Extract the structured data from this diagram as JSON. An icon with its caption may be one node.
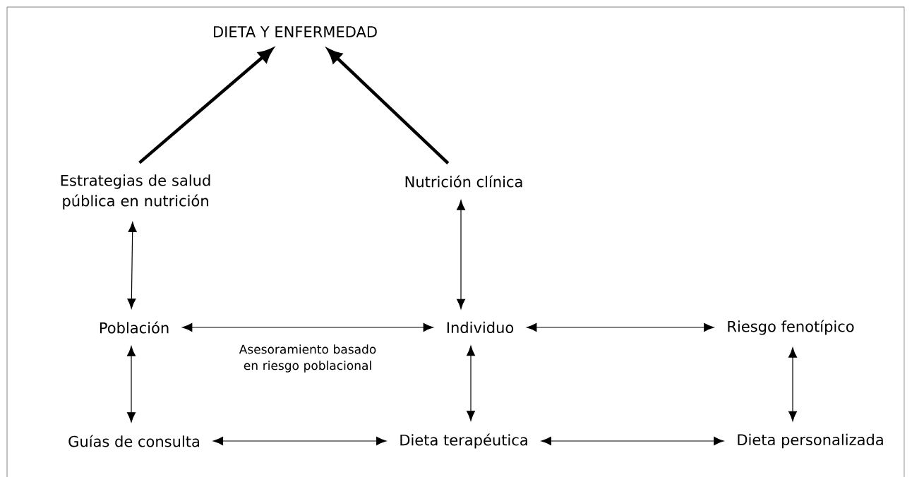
{
  "diagram": {
    "nodes": [
      {
        "text": [
          "DIETA Y ENFERMEDAD"
        ]
      },
      {
        "text": [
          "Estrategias de salud pública en nutrición"
        ]
      },
      {
        "text": [
          "Nutrición clínica"
        ]
      },
      {
        "text": [
          "Población"
        ]
      },
      {
        "text": [
          "Individuo"
        ]
      },
      {
        "text": [
          "Riesgo fenotípico"
        ]
      },
      {
        "text": [
          "Guías de consulta"
        ]
      },
      {
        "text": [
          "Dieta terapéutica"
        ]
      },
      {
        "text": [
          "Dieta personalizada"
        ]
      }
    ],
    "edges": [
      {
        "from": 1,
        "to": 0,
        "arrow": "to",
        "style": "thick"
      },
      {
        "from": 2,
        "to": 0,
        "arrow": "to",
        "style": "thick"
      },
      {
        "from": 1,
        "to": 3,
        "arrow": "both"
      },
      {
        "from": 2,
        "to": 4,
        "arrow": "both"
      },
      {
        "from": 3,
        "to": 4,
        "arrow": "both",
        "label": "Asesoramiento basado en riesgo poblacional"
      },
      {
        "from": 4,
        "to": 5,
        "arrow": "both"
      },
      {
        "from": 3,
        "to": 6,
        "arrow": "both"
      },
      {
        "from": 4,
        "to": 7,
        "arrow": "both"
      },
      {
        "from": 5,
        "to": 8,
        "arrow": "both"
      },
      {
        "from": 6,
        "to": 7,
        "arrow": "both"
      },
      {
        "from": 7,
        "to": 8,
        "arrow": "both"
      }
    ]
  }
}
